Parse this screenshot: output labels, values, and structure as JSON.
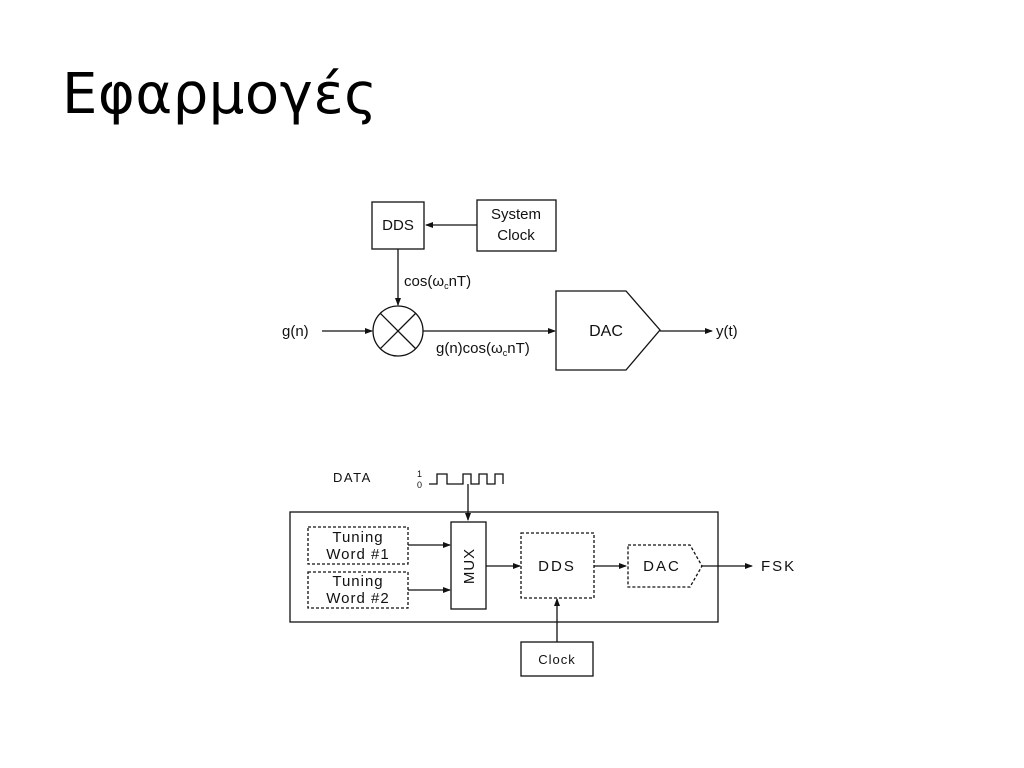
{
  "slide": {
    "title": "Εφαρμογές"
  },
  "diagram1": {
    "dds": "DDS",
    "system_clock_line1": "System",
    "system_clock_line2": "Clock",
    "cos_label": "cos(ω",
    "cos_sub": "c",
    "cos_tail": "nT)",
    "input": "g(n)",
    "product_label": "g(n)cos(ω",
    "product_sub": "c",
    "product_tail": "nT)",
    "dac": "DAC",
    "output": "y(t)"
  },
  "diagram2": {
    "data_label": "DATA",
    "level_one": "1",
    "level_zero": "0",
    "tuning1_line1": "Tuning",
    "tuning1_line2": "Word #1",
    "tuning2_line1": "Tuning",
    "tuning2_line2": "Word #2",
    "mux": "MUX",
    "dds": "DDS",
    "dac": "DAC",
    "output": "FSK",
    "clock": "Clock"
  }
}
